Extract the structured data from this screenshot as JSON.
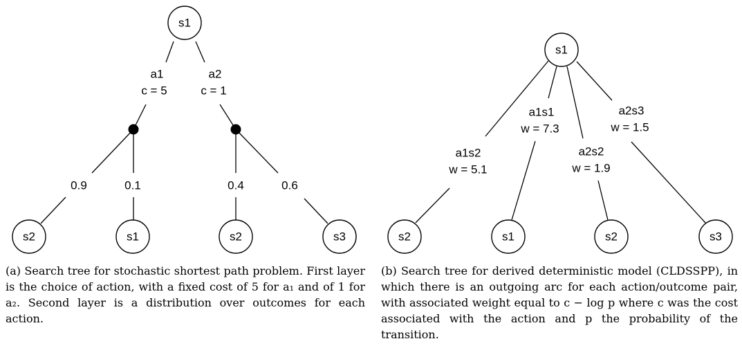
{
  "figure_a": {
    "nodes": {
      "root": "s1",
      "leaf_1": "s2",
      "leaf_2": "s1",
      "leaf_3": "s2",
      "leaf_4": "s3"
    },
    "actions": {
      "a1_name": "a1",
      "a1_cost": "c = 5",
      "a2_name": "a2",
      "a2_cost": "c = 1"
    },
    "probabilities": {
      "p1": "0.9",
      "p2": "0.1",
      "p3": "0.4",
      "p4": "0.6"
    },
    "caption": "(a) Search tree for stochastic shortest path problem. First layer is the choice of action, with a fixed cost of 5 for a₁ and of 1 for a₂. Second layer is a distribution over outcomes for each action."
  },
  "figure_b": {
    "nodes": {
      "root": "s1",
      "leaf_1": "s2",
      "leaf_2": "s1",
      "leaf_3": "s2",
      "leaf_4": "s3"
    },
    "edges": {
      "e1_name": "a1s2",
      "e1_weight": "w = 5.1",
      "e2_name": "a1s1",
      "e2_weight": "w = 7.3",
      "e3_name": "a2s2",
      "e3_weight": "w = 1.9",
      "e4_name": "a2s3",
      "e4_weight": "w = 1.5"
    },
    "caption": "(b) Search tree for derived deterministic model (CLDSSPP), in which there is an outgoing arc for each action/outcome pair, with associated weight equal to c − log p where c was the cost associated with the action and p the probability of the transition."
  }
}
